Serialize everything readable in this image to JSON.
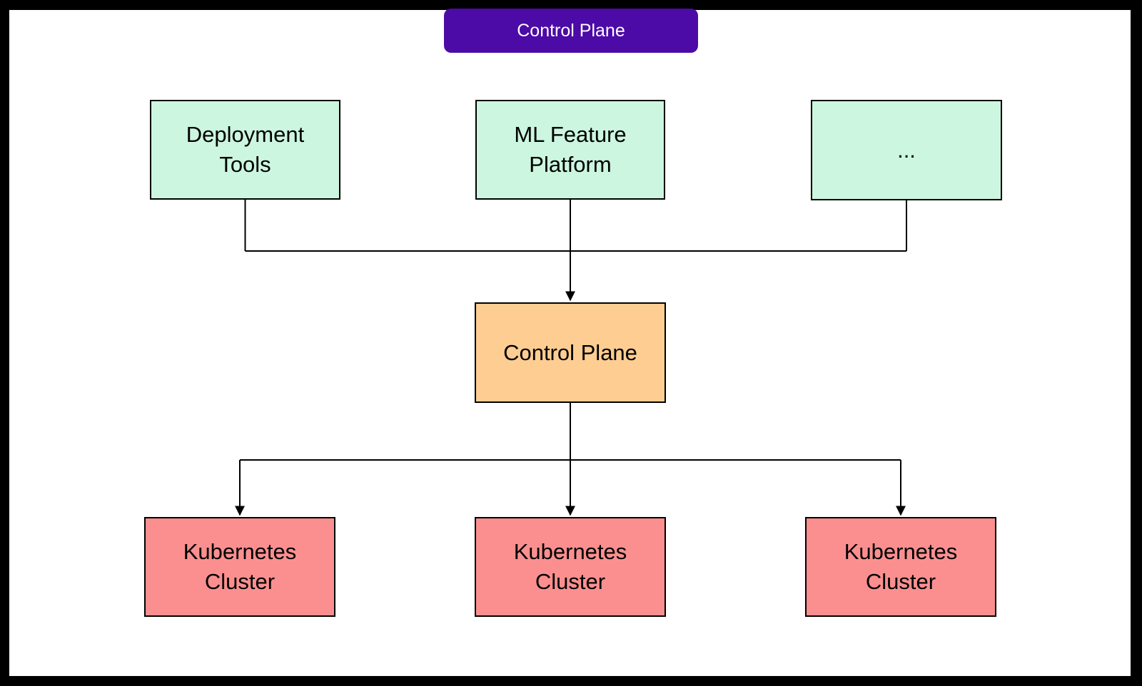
{
  "banner": {
    "label": "Control Plane"
  },
  "nodes": {
    "sources": [
      {
        "id": "deployment-tools",
        "lines": [
          "Deployment",
          "Tools"
        ]
      },
      {
        "id": "ml-feature-platform",
        "lines": [
          "ML Feature",
          "Platform"
        ]
      },
      {
        "id": "ellipsis",
        "lines": [
          "..."
        ]
      }
    ],
    "control": {
      "id": "control-plane",
      "lines": [
        "Control Plane"
      ]
    },
    "clusters": [
      {
        "id": "kubernetes-cluster-1",
        "lines": [
          "Kubernetes",
          "Cluster"
        ]
      },
      {
        "id": "kubernetes-cluster-2",
        "lines": [
          "Kubernetes",
          "Cluster"
        ]
      },
      {
        "id": "kubernetes-cluster-3",
        "lines": [
          "Kubernetes",
          "Cluster"
        ]
      }
    ]
  },
  "edges": [
    {
      "from": "deployment-tools",
      "to": "control-plane",
      "arrow": true
    },
    {
      "from": "ml-feature-platform",
      "to": "control-plane",
      "arrow": true
    },
    {
      "from": "ellipsis",
      "to": "control-plane",
      "arrow": true
    },
    {
      "from": "control-plane",
      "to": "kubernetes-cluster-1",
      "arrow": true
    },
    {
      "from": "control-plane",
      "to": "kubernetes-cluster-2",
      "arrow": true
    },
    {
      "from": "control-plane",
      "to": "kubernetes-cluster-3",
      "arrow": true
    }
  ],
  "colors": {
    "banner_bg": "#4C0AA6",
    "banner_text": "#FFFFFF",
    "source_fill": "#CCF6DF",
    "control_fill": "#FDCD92",
    "cluster_fill": "#FB8F8F",
    "node_border": "#000000",
    "node_text": "#000000",
    "connector": "#000000",
    "frame_bg": "#000000",
    "canvas_bg": "#FFFFFF"
  }
}
